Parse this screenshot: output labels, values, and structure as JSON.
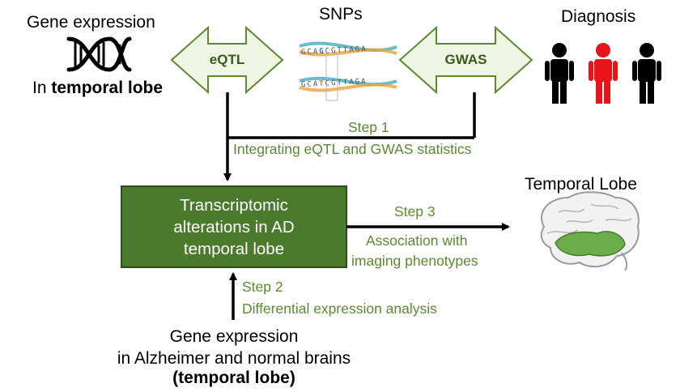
{
  "gene_expr_top": {
    "line1": "Gene expression",
    "line2_prefix": "In ",
    "line2_bold": "temporal lobe"
  },
  "snps_title": "SNPs",
  "dna_seq": {
    "top_prefix": "GCA",
    "top_variant": "G",
    "top_suffix": "CGTTAGA",
    "bottom_prefix": "GCA",
    "bottom_variant": "T",
    "bottom_suffix": "CGTTAGA"
  },
  "diagnosis_title": "Diagnosis",
  "eqtl_label": "eQTL",
  "gwas_label": "GWAS",
  "step1": {
    "title": "Step 1",
    "desc": "Integrating eQTL and GWAS statistics"
  },
  "center_box": {
    "line1": "Transcriptomic",
    "line2": "alterations in AD",
    "line3": "temporal lobe"
  },
  "step3": {
    "title": "Step 3",
    "line1": "Association with",
    "line2": "imaging phenotypes"
  },
  "temporal_lobe_title": "Temporal Lobe",
  "step2": {
    "title": "Step 2",
    "desc": "Differential expression analysis"
  },
  "gene_expr_bottom": {
    "line1": "Gene expression",
    "line2": "in Alzheimer and normal brains",
    "line3": "(temporal lobe)"
  },
  "colors": {
    "box_fill": "#4a7a2c",
    "green_text": "#5b8a31",
    "arrow_fill": "#eef5e2",
    "arrow_stroke": "#5b8a31",
    "person_affected": "#e8141a",
    "person_normal": "#000000",
    "dna_teal": "#2a9fb6",
    "dna_orange": "#e8a23b",
    "brain_lobe": "#6aae4a"
  },
  "icons": [
    "dna-helix-icon",
    "person-icon",
    "brain-icon"
  ]
}
